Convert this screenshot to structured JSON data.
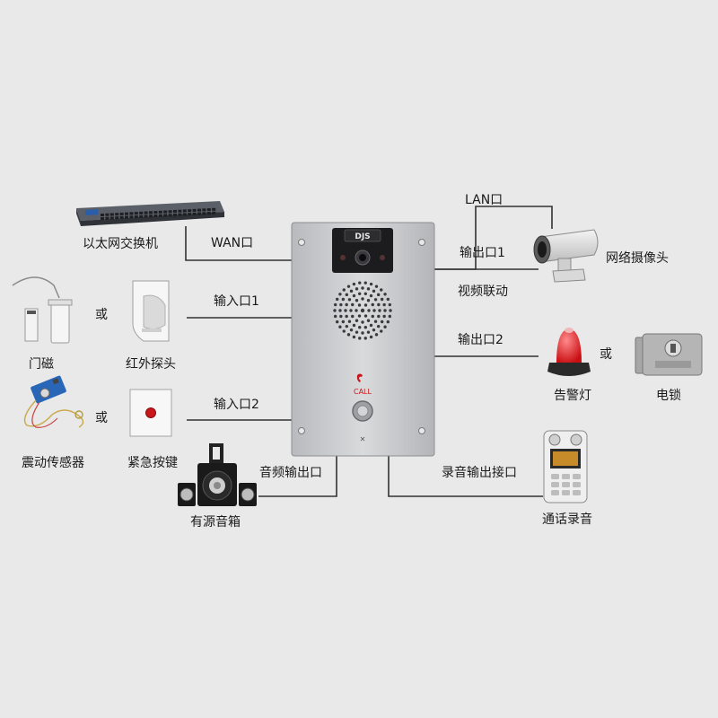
{
  "device": {
    "brand": "DJS",
    "call_label": "CALL"
  },
  "devices": {
    "switch": "以太网交换机",
    "door_magnet": "门磁",
    "infrared": "红外探头",
    "vibration": "震动传感器",
    "emergency_button": "紧急按键",
    "speaker": "有源音箱",
    "camera": "网络摄像头",
    "alarm_light": "告警灯",
    "electric_lock": "电锁",
    "recorder": "通话录音"
  },
  "ports": {
    "wan": "WAN口",
    "input1": "输入口1",
    "input2": "输入口2",
    "audio_out": "音频输出口",
    "lan": "LAN口",
    "output1": "输出口1",
    "video_link": "视频联动",
    "output2": "输出口2",
    "record_out": "录音输出接口"
  },
  "or_label": "或",
  "colors": {
    "background": "#e9e9e9",
    "line": "#333333",
    "panel": "#c9cacc",
    "alarm_red": "#d8161b"
  }
}
